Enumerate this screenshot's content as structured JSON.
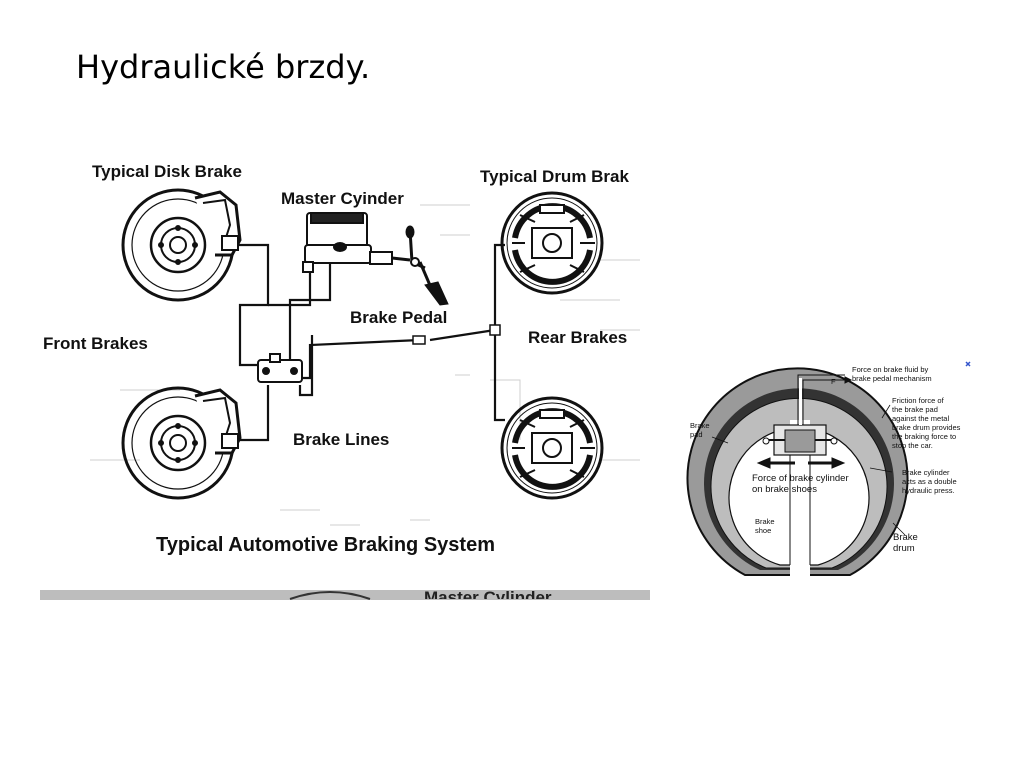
{
  "slide": {
    "title": "Hydraulické brzdy."
  },
  "system_diagram": {
    "labels": {
      "disk_brake": "Typical Disk Brake",
      "master_cylinder": "Master Cyinder",
      "drum_brake": "Typical Drum Brak",
      "brake_pedal": "Brake Pedal",
      "front_brakes": "Front Brakes",
      "rear_brakes": "Rear Brakes",
      "brake_lines": "Brake Lines",
      "caption": "Typical Automotive Braking System",
      "cropped_text": "Master Cylinder"
    }
  },
  "drum_diagram": {
    "labels": {
      "force_fluid": "Force on brake fluid by\nbrake pedal mechanism",
      "f": "F",
      "friction": "Friction force of\nthe brake pad\nagainst the metal\nbrake drum provides\nthe braking force to\nstop the car.",
      "brake_pad": "Brake\npad",
      "cylinder_force": "Force of brake cylinder\non brake shoes",
      "cylinder_press": "Brake cylinder\nacts as a double\nhydraulic press.",
      "brake_shoe": "Brake\nshoe",
      "brake_drum": "Brake\ndrum"
    }
  }
}
